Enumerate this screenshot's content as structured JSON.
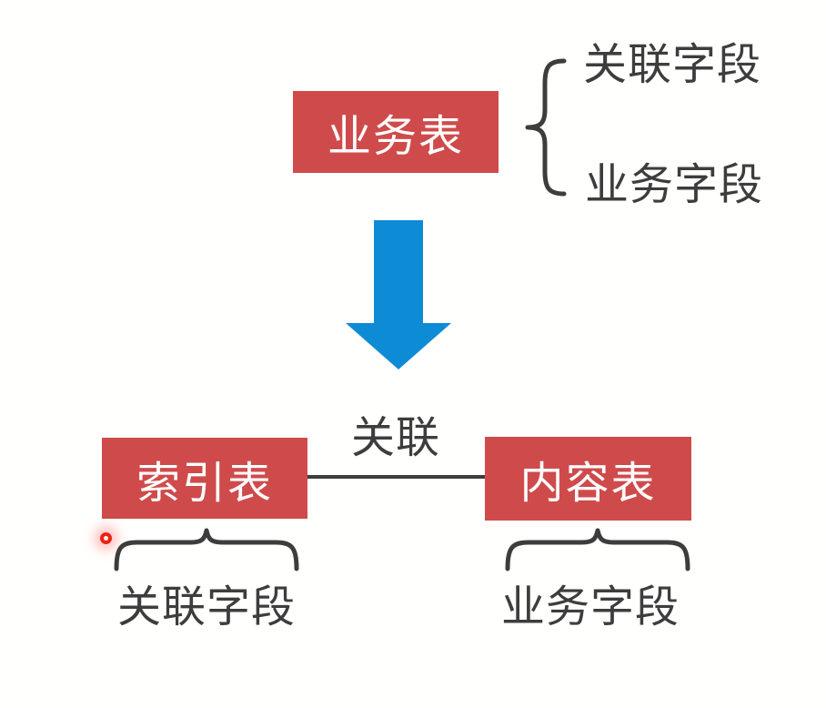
{
  "colors": {
    "table_box_red": "#cf4b4b",
    "table_box_text": "#ffffff",
    "label_dark": "#3d3d3d",
    "arrow_blue": "#0e8bd5",
    "laser_red": "#ee2211",
    "background": "#fffffe"
  },
  "diagram": {
    "top": {
      "table": "业务表",
      "fields": [
        "关联字段",
        "业务字段"
      ]
    },
    "bottom": {
      "relation": "关联",
      "left": {
        "table": "索引表",
        "field": "关联字段"
      },
      "right": {
        "table": "内容表",
        "field": "业务字段"
      }
    }
  }
}
